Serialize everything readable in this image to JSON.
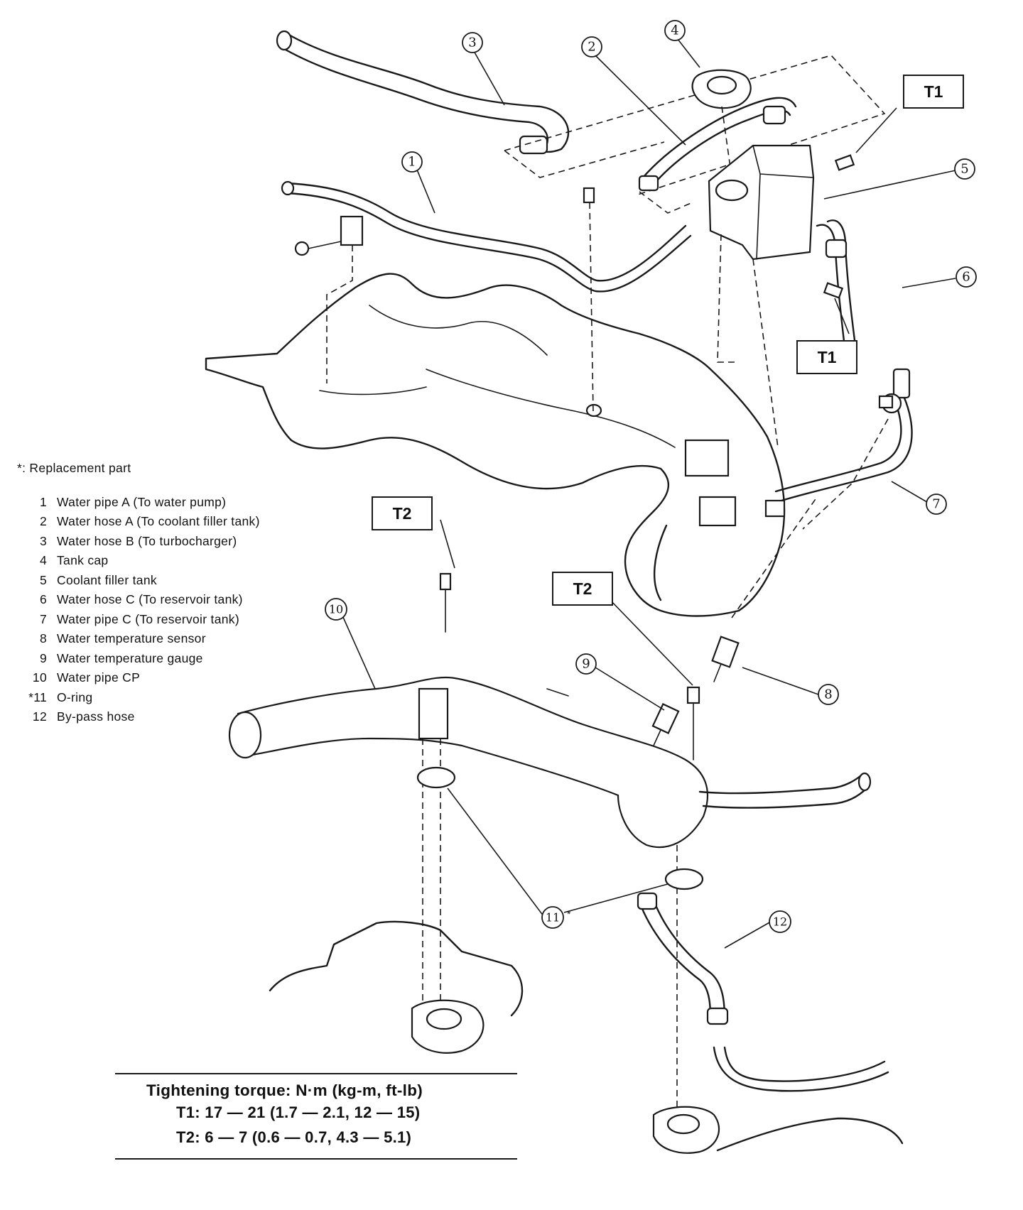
{
  "legend": {
    "note": "*: Replacement part",
    "items": [
      {
        "num": "1",
        "label": "Water pipe A (To water pump)"
      },
      {
        "num": "2",
        "label": "Water hose A (To coolant filler tank)"
      },
      {
        "num": "3",
        "label": "Water hose B (To turbocharger)"
      },
      {
        "num": "4",
        "label": "Tank cap"
      },
      {
        "num": "5",
        "label": "Coolant filler tank"
      },
      {
        "num": "6",
        "label": "Water hose C (To reservoir tank)"
      },
      {
        "num": "7",
        "label": "Water pipe C (To reservoir tank)"
      },
      {
        "num": "8",
        "label": "Water temperature sensor"
      },
      {
        "num": "9",
        "label": "Water temperature gauge"
      },
      {
        "num": "10",
        "label": "Water pipe CP"
      },
      {
        "num": "*11",
        "label": "O-ring"
      },
      {
        "num": "12",
        "label": "By-pass hose"
      }
    ]
  },
  "callouts": {
    "c1": "1",
    "c2": "2",
    "c3": "3",
    "c4": "4",
    "c5": "5",
    "c6": "6",
    "c7": "7",
    "c8": "8",
    "c9": "9",
    "c10": "10",
    "c11": "11",
    "c12": "12",
    "c11_mark": "*"
  },
  "torque_marks": {
    "t1_top": "T1",
    "t1_mid": "T1",
    "t2_left": "T2",
    "t2_right": "T2"
  },
  "torque": {
    "heading": "Tightening torque: N·m (kg-m, ft-lb)",
    "t1": "T1:  17 — 21 (1.7 — 2.1, 12 — 15)",
    "t2": "T2:  6 — 7 (0.6 — 0.7, 4.3 — 5.1)"
  }
}
